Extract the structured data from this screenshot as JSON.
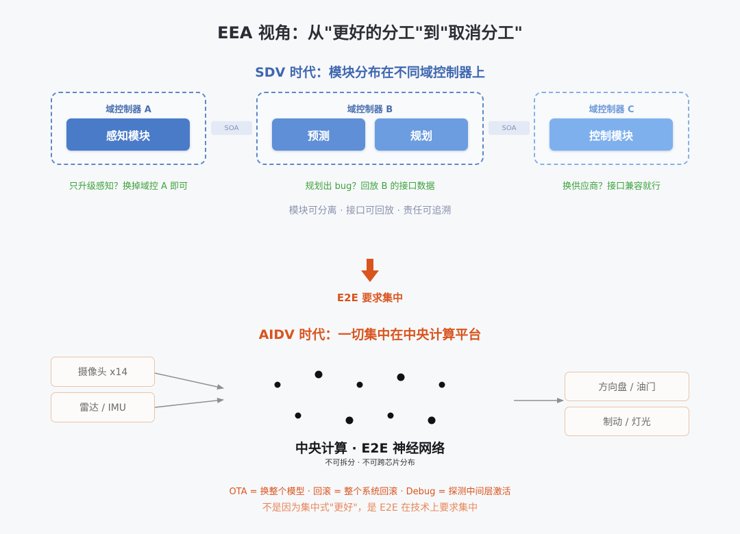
{
  "title": "EEA 视角：从\"更好的分工\"到\"取消分工\"",
  "sdv": {
    "title": "SDV 时代：模块分布在不同域控制器上",
    "domains": [
      {
        "label": "域控制器 A",
        "modules": [
          "感知模块"
        ],
        "note": "只升级感知？换掉域控 A 即可"
      },
      {
        "label": "域控制器 B",
        "modules": [
          "预测",
          "规划"
        ],
        "note": "规划出 bug？回放 B 的接口数据"
      },
      {
        "label": "域控制器 C",
        "modules": [
          "控制模块"
        ],
        "note": "换供应商？接口兼容就行"
      }
    ],
    "links": [
      "SOA",
      "SOA"
    ],
    "summary": "模块可分离 · 接口可回放 · 责任可追溯"
  },
  "transition": {
    "label": "E2E 要求集中"
  },
  "aidv": {
    "title": "AIDV 时代：一切集中在中央计算平台",
    "inputs": [
      "摄像头 x14",
      "雷达 / IMU"
    ],
    "outputs": [
      "方向盘 / 油门",
      "制动 / 灯光"
    ],
    "central": {
      "title": "中央计算 · E2E 神经网络",
      "subtitle": "不可拆分 · 不可跨芯片分布"
    },
    "footnote": "OTA = 换整个模型 · 回滚 = 整个系统回滚 · Debug = 探测中间层激活",
    "conclusion": "不是因为集中式\"更好\"，是 E2E 在技术上要求集中"
  },
  "colors": {
    "sdv_blue": "#3f67b0",
    "module_dark": "#4a7bc8",
    "module_mid": "#5f8fd6",
    "module_light": "#7eb0ee",
    "note_green": "#3ca23c",
    "aidv_orange": "#d9541e",
    "io_border": "#e6c4ad"
  }
}
